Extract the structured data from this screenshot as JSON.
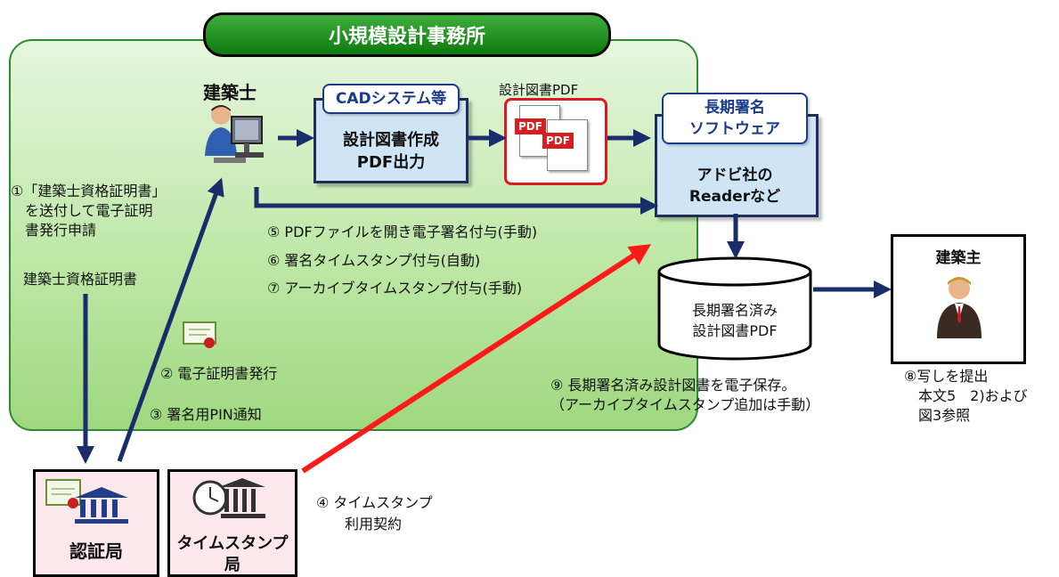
{
  "office": {
    "title": "小規模設計事務所"
  },
  "architect": {
    "label": "建築士"
  },
  "cad": {
    "tag": "CADシステム等",
    "line1": "設計図書作成",
    "line2": "PDF出力"
  },
  "pdf": {
    "label": "設計図書PDF",
    "icon_text": "PDF"
  },
  "ltsig": {
    "tag_line1": "長期署名",
    "tag_line2": "ソフトウェア",
    "line1": "アドビ社の",
    "line2": "Readerなど"
  },
  "db": {
    "line1": "長期署名済み",
    "line2": "設計図書PDF"
  },
  "client": {
    "label": "建築主"
  },
  "steps": {
    "s1": "①「建築士資格証明書」\n　を送付して電子証明\n　書発行申請",
    "s1b": "建築士資格証明書",
    "s2": "② 電子証明書発行",
    "s3": "③ 署名用PIN通知",
    "s4": "④ タイムスタンプ\n　　利用契約",
    "s5": "⑤ PDFファイルを開き電子署名付与(手動)",
    "s6": "⑥ 署名タイムスタンプ付与(自動)",
    "s7": "⑦ アーカイブタイムスタンプ付与(手動)",
    "s8": "⑧写しを提出\n　本文5　2)および\n　図3参照",
    "s9": "⑨ 長期署名済み設計図書を電子保存。\n（アーカイブタイムスタンプ追加は手動）"
  },
  "ca": {
    "label": "認証局"
  },
  "tsa": {
    "line1": "タイムスタンプ",
    "line2": "局"
  },
  "colors": {
    "green": "#2f8a2f",
    "navy": "#1a2d6b",
    "red": "#ff1a1a",
    "bluebox": "#cfe5f5"
  }
}
